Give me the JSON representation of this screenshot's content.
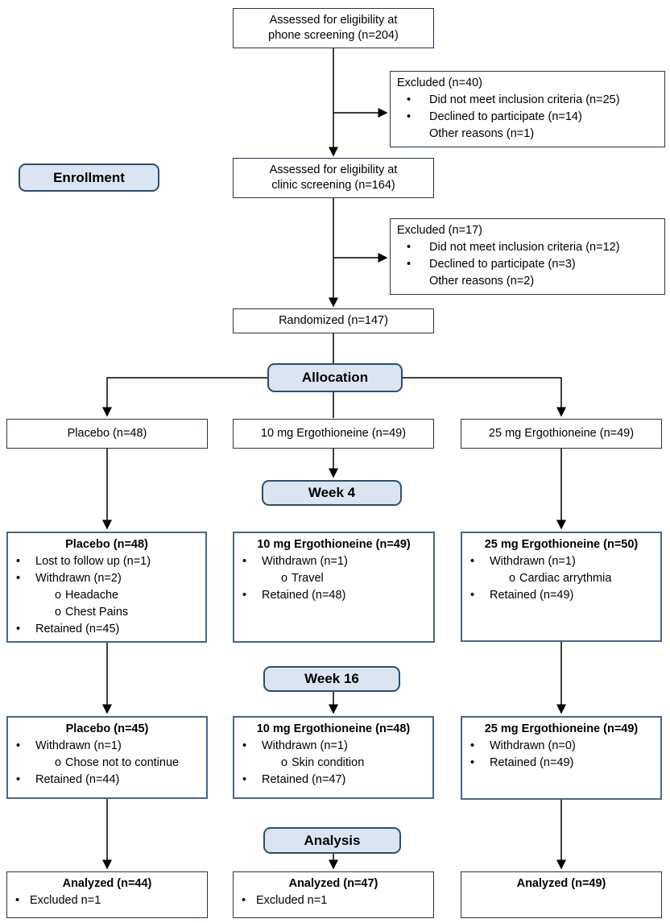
{
  "colors": {
    "stage_label_fill": "#dbe5f1",
    "stage_label_border": "#2e4d6b",
    "box_border": "#24354c",
    "detail_box_border": "#4a6587",
    "line_color": "#000000"
  },
  "labels": {
    "enrollment": "Enrollment",
    "allocation": "Allocation",
    "week4": "Week 4",
    "week16": "Week 16",
    "analysis": "Analysis"
  },
  "screening": {
    "phone": {
      "line1": "Assessed for eligibility at",
      "line2": "phone screening (n=204)"
    },
    "excluded_phone": {
      "title": "Excluded (n=40)",
      "items": [
        {
          "bullet": "•",
          "text": "Did not meet inclusion criteria (n=25)"
        },
        {
          "bullet": "•",
          "text": "Declined to participate (n=14)"
        },
        {
          "bullet": "",
          "text": "Other reasons (n=1)"
        }
      ]
    },
    "clinic": {
      "line1": "Assessed for eligibility at",
      "line2": "clinic screening (n=164)"
    },
    "excluded_clinic": {
      "title": "Excluded (n=17)",
      "items": [
        {
          "bullet": "•",
          "text": "Did not meet inclusion criteria (n=12)"
        },
        {
          "bullet": "•",
          "text": "Declined to participate (n=3)"
        },
        {
          "bullet": "",
          "text": "Other reasons (n=2)"
        }
      ]
    },
    "randomized": "Randomized (n=147)"
  },
  "allocation": {
    "placebo": "Placebo (n=48)",
    "dose10": "10 mg Ergothioneine (n=49)",
    "dose25": "25 mg Ergothioneine (n=49)"
  },
  "week4": {
    "placebo": {
      "title": "Placebo (n=48)",
      "items": [
        {
          "bullet": "•",
          "text": "Lost to follow up (n=1)"
        },
        {
          "bullet": "•",
          "text": "Withdrawn (n=2)"
        },
        {
          "bullet": "o",
          "text": "Headache"
        },
        {
          "bullet": "o",
          "text": "Chest Pains"
        },
        {
          "bullet": "•",
          "text": "Retained (n=45)"
        }
      ]
    },
    "dose10": {
      "title": "10 mg Ergothioneine (n=49)",
      "items": [
        {
          "bullet": "•",
          "text": "Withdrawn (n=1)"
        },
        {
          "bullet": "o",
          "text": "Travel"
        },
        {
          "bullet": "•",
          "text": "Retained (n=48)"
        }
      ]
    },
    "dose25": {
      "title": "25 mg Ergothioneine (n=50)",
      "items": [
        {
          "bullet": "•",
          "text": "Withdrawn (n=1)"
        },
        {
          "bullet": "o",
          "text": "Cardiac arrythmia"
        },
        {
          "bullet": "•",
          "text": "Retained (n=49)"
        }
      ]
    }
  },
  "week16": {
    "placebo": {
      "title": "Placebo (n=45)",
      "items": [
        {
          "bullet": "•",
          "text": "Withdrawn (n=1)"
        },
        {
          "bullet": "o",
          "text": "Chose not to continue"
        },
        {
          "bullet": "•",
          "text": "Retained (n=44)"
        }
      ]
    },
    "dose10": {
      "title": "10 mg Ergothioneine (n=48)",
      "items": [
        {
          "bullet": "•",
          "text": "Withdrawn (n=1)"
        },
        {
          "bullet": "o",
          "text": "Skin condition"
        },
        {
          "bullet": "•",
          "text": "Retained (n=47)"
        }
      ]
    },
    "dose25": {
      "title": "25 mg Ergothioneine (n=49)",
      "items": [
        {
          "bullet": "•",
          "text": "Withdrawn (n=0)"
        },
        {
          "bullet": "•",
          "text": "Retained (n=49)"
        }
      ]
    }
  },
  "analysis": {
    "placebo": {
      "title": "Analyzed (n=44)",
      "items": [
        {
          "bullet": "•",
          "text": "Excluded n=1"
        }
      ]
    },
    "dose10": {
      "title": "Analyzed (n=47)",
      "items": [
        {
          "bullet": "•",
          "text": "Excluded n=1"
        }
      ]
    },
    "dose25": {
      "title": "Analyzed (n=49)",
      "items": []
    }
  }
}
